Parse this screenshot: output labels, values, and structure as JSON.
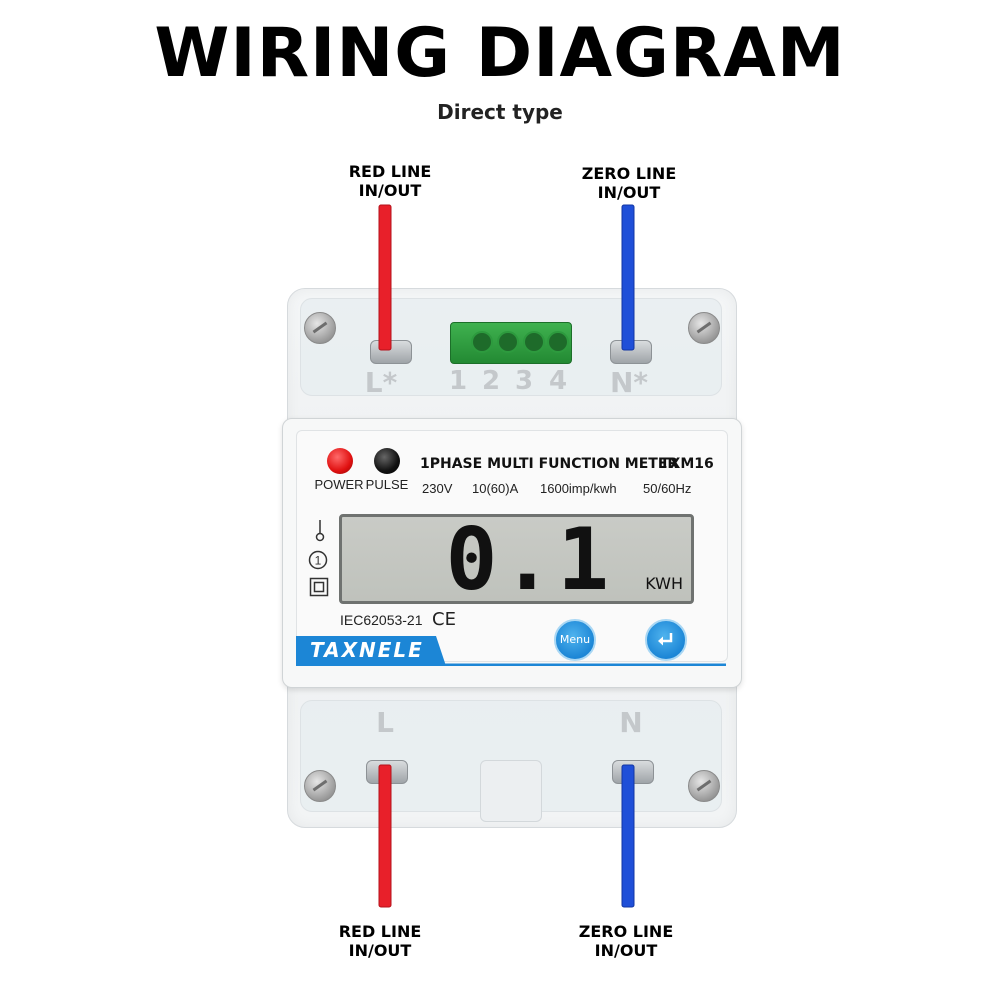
{
  "header": {
    "title": "WIRING DIAGRAM",
    "subtitle": "Direct type"
  },
  "wires": {
    "top_left": {
      "line1": "RED LINE",
      "line2": "IN/OUT"
    },
    "top_right": {
      "line1": "ZERO LINE",
      "line2": "IN/OUT"
    },
    "bottom_left": {
      "line1": "RED LINE",
      "line2": "IN/OUT"
    },
    "bottom_right": {
      "line1": "ZERO LINE",
      "line2": "IN/OUT"
    }
  },
  "terminals": {
    "top_left": "L*",
    "top_right": "N*",
    "numbers": [
      "1",
      "2",
      "3",
      "4"
    ],
    "bottom_left": "L",
    "bottom_right": "N"
  },
  "meter": {
    "leds": [
      {
        "label": "POWER",
        "color": "#e01010"
      },
      {
        "label": "PULSE",
        "color": "#111111"
      }
    ],
    "title": "1PHASE MULTI FUNCTION METER",
    "model": "TXM16",
    "specs": [
      "230V",
      "10(60)A",
      "1600imp/kwh",
      "50/60Hz"
    ],
    "display_value": "0.1",
    "display_unit": "KWH",
    "certification": "IEC62053-21",
    "ce_mark": "CE",
    "brand": "TAXNELE",
    "menu_button": "Menu",
    "enter_button_icon": "enter-arrow-icon",
    "side_icons": [
      "probe-icon",
      "class-1-icon",
      "double-insulation-icon"
    ]
  },
  "colors": {
    "live_wire": "#e8202a",
    "neutral_wire": "#1f4fd8",
    "brand_blue": "#1c86d6",
    "terminal_green": "#2d9a3e"
  }
}
